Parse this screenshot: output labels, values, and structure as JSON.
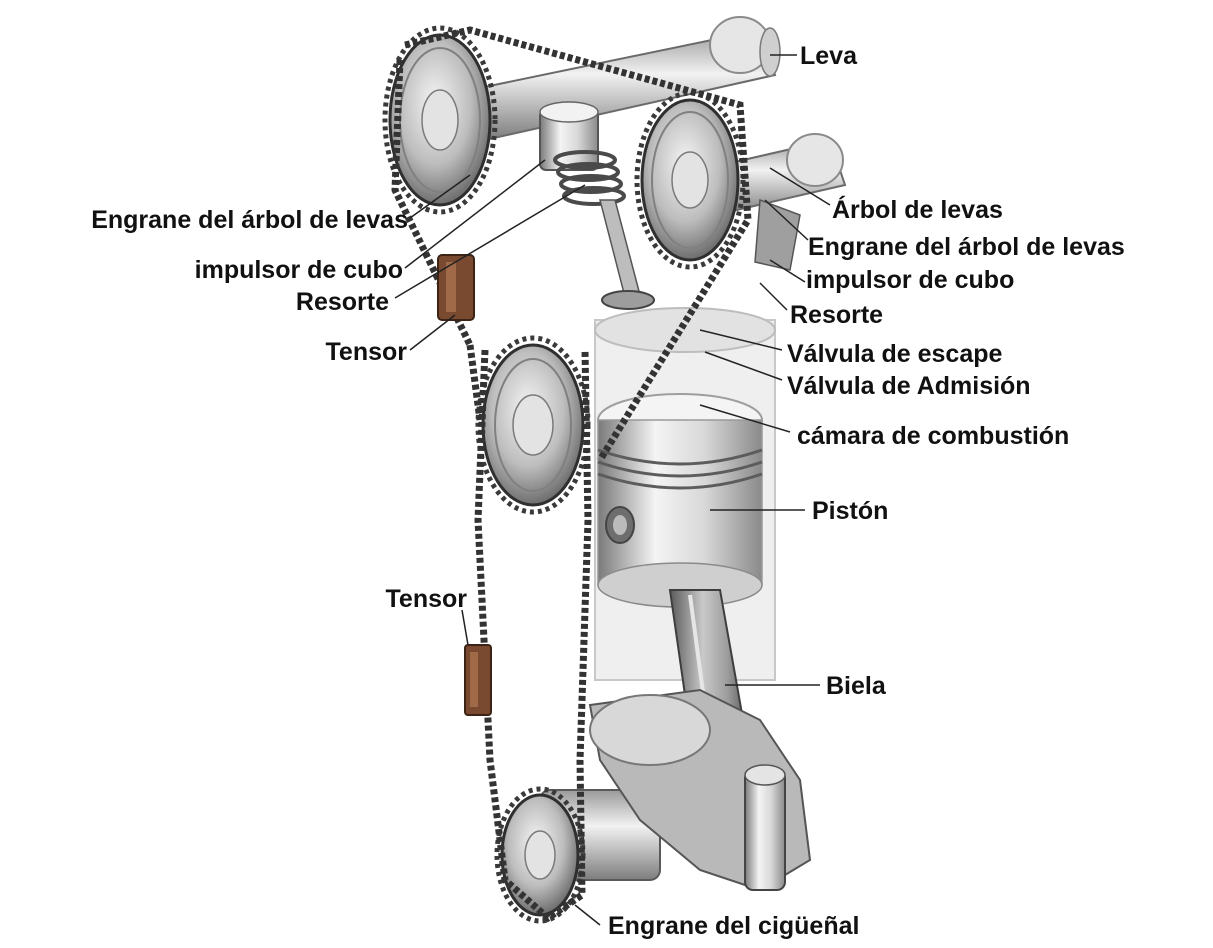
{
  "labels": {
    "leva": "Leva",
    "arbol_de_levas": "Árbol de levas",
    "engrane_arbol_right": "Engrane del árbol de levas",
    "impulsor_right": "impulsor de cubo",
    "resorte_right": "Resorte",
    "valvula_escape": "Válvula de escape",
    "valvula_admision": "Válvula de Admisión",
    "camara_combustion": "cámara de combustión",
    "piston": "Pistón",
    "biela": "Biela",
    "engrane_ciguenal": "Engrane del cigüeñal",
    "engrane_arbol_left": "Engrane del árbol de levas",
    "impulsor_left": "impulsor de cubo",
    "resorte_left": "Resorte",
    "tensor_upper": "Tensor",
    "tensor_lower": "Tensor"
  },
  "colors": {
    "chain": "#3a3a3a",
    "metal_light": "#e8e8e8",
    "metal_mid": "#b5b5b5",
    "metal_dark": "#6a6a6a",
    "tensor_brown": "#7a4a30",
    "leader_line": "#222222"
  }
}
